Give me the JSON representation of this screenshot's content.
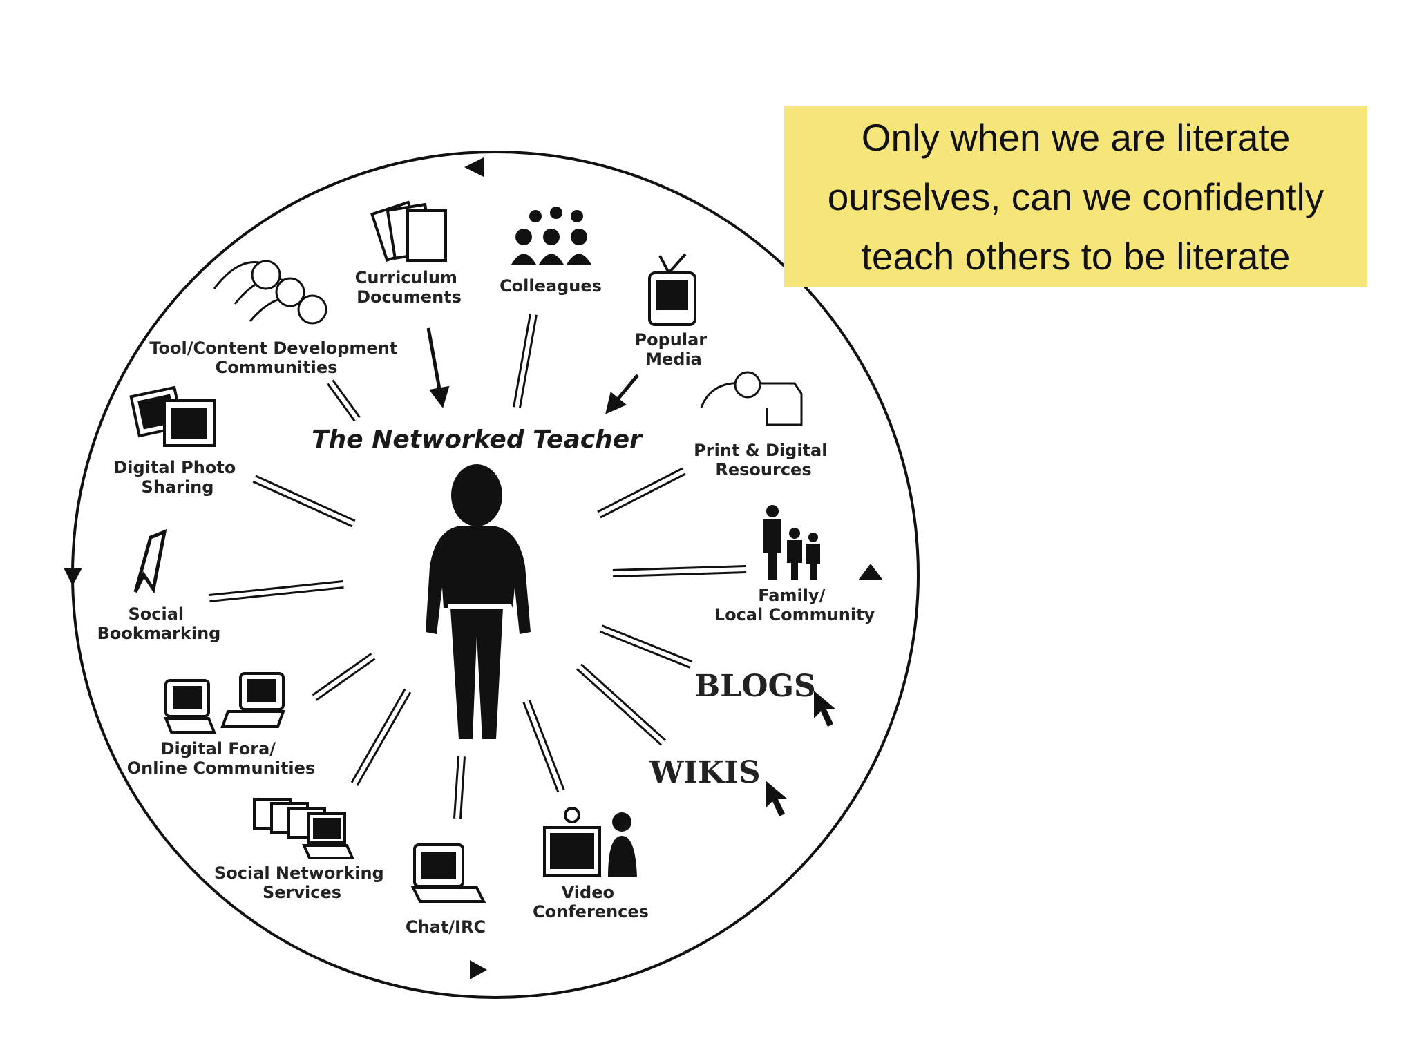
{
  "quote": {
    "lines": [
      "Only when we are literate",
      "ourselves, can we confidently",
      "teach others to be literate"
    ]
  },
  "diagram": {
    "title": "The Networked Teacher",
    "nodes": [
      {
        "id": "curriculum",
        "lines": [
          "Curriculum",
          "Documents"
        ]
      },
      {
        "id": "colleagues",
        "lines": [
          "Colleagues"
        ]
      },
      {
        "id": "popular-media",
        "lines": [
          "Popular",
          "Media"
        ]
      },
      {
        "id": "print-digital",
        "lines": [
          "Print & Digital",
          "Resources"
        ]
      },
      {
        "id": "family",
        "lines": [
          "Family/",
          "Local Community"
        ]
      },
      {
        "id": "blogs",
        "lines": [
          "BLOGS"
        ]
      },
      {
        "id": "wikis",
        "lines": [
          "WIKIS"
        ]
      },
      {
        "id": "video",
        "lines": [
          "Video",
          "Conferences"
        ]
      },
      {
        "id": "chat",
        "lines": [
          "Chat/IRC"
        ]
      },
      {
        "id": "social-networking",
        "lines": [
          "Social Networking",
          "Services"
        ]
      },
      {
        "id": "digital-fora",
        "lines": [
          "Digital Fora/",
          "Online Communities"
        ]
      },
      {
        "id": "social-bookmarking",
        "lines": [
          "Social",
          "Bookmarking"
        ]
      },
      {
        "id": "photo-sharing",
        "lines": [
          "Digital Photo",
          "Sharing"
        ]
      },
      {
        "id": "tool-content",
        "lines": [
          "Tool/Content Development",
          "Communities"
        ]
      }
    ]
  }
}
